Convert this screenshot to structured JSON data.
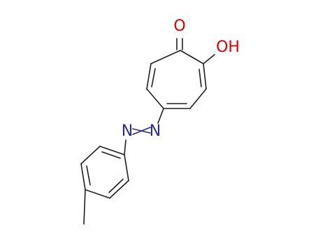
{
  "molecule": {
    "atom_labels": {
      "carbonyl_oxygen": "O",
      "hydroxyl": "OH",
      "azo_nitrogen_1": "N",
      "azo_nitrogen_2": "N"
    },
    "colors": {
      "bond": "#1f1f1f",
      "oxygen": "#e00000",
      "nitrogen": "#2b2b8c",
      "background": "#ffffff"
    }
  }
}
